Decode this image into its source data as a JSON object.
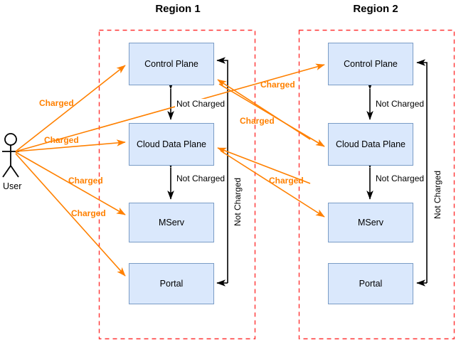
{
  "diagram": {
    "title_region1": "Region 1",
    "title_region2": "Region 2",
    "actor": {
      "label": "User",
      "icon": "stick-figure-actor"
    },
    "colors": {
      "node_fill": "#dae8fc",
      "node_stroke": "#7a9cc6",
      "region_border": "#ff3333",
      "charged_edge": "#ff8000",
      "not_charged_edge": "#000000",
      "text": "#000000"
    },
    "regions": [
      {
        "name": "Region 1",
        "nodes": [
          {
            "id": "r1-control-plane",
            "label": "Control Plane"
          },
          {
            "id": "r1-cloud-data-plane",
            "label": "Cloud Data Plane"
          },
          {
            "id": "r1-mserv",
            "label": "MServ"
          },
          {
            "id": "r1-portal",
            "label": "Portal"
          }
        ],
        "internal_edge_labels": [
          "Not Charged",
          "Not Charged",
          "Not Charged"
        ]
      },
      {
        "name": "Region 2",
        "nodes": [
          {
            "id": "r2-control-plane",
            "label": "Control Plane"
          },
          {
            "id": "r2-cloud-data-plane",
            "label": "Cloud Data Plane"
          },
          {
            "id": "r2-mserv",
            "label": "MServ"
          },
          {
            "id": "r2-portal",
            "label": "Portal"
          }
        ],
        "internal_edge_labels": [
          "Not Charged",
          "Not Charged",
          "Not Charged"
        ]
      }
    ],
    "charged_edges": [
      {
        "id": "charged-user-to-r1-control-plane",
        "label": "Charged"
      },
      {
        "id": "charged-user-to-r1-cloud-data-plane",
        "label": "Charged"
      },
      {
        "id": "charged-user-to-r1-mserv",
        "label": "Charged"
      },
      {
        "id": "charged-user-to-r1-portal",
        "label": "Charged"
      },
      {
        "id": "charged-user-to-r2-control-plane",
        "label": "Charged"
      },
      {
        "id": "charged-user-to-r2-cloud-data-plane",
        "label": "Charged"
      },
      {
        "id": "charged-user-to-r2-mserv",
        "label": "Charged"
      }
    ],
    "labels": {
      "charged": "Charged",
      "not_charged": "Not Charged"
    }
  }
}
